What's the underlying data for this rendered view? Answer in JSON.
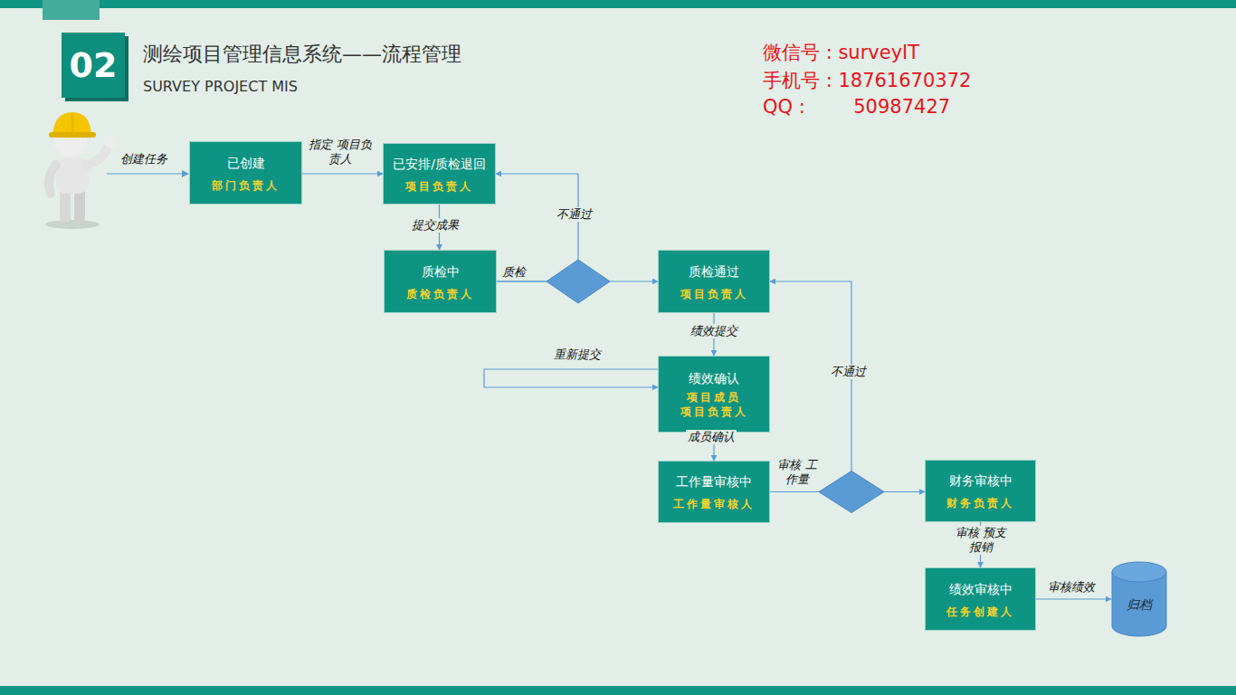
{
  "diagram": {
    "title": "测绘项目管理信息系统——流程管理",
    "nodes": [
      {
        "text": [
          "已创建",
          "部门负责人"
        ]
      },
      {
        "text": [
          "已安排/质检退回",
          "项目负责人"
        ]
      },
      {
        "text": [
          "质检中",
          "质检负责人"
        ]
      },
      {
        "text": [
          "质检通过",
          "项目负责人"
        ]
      },
      {
        "text": [
          "绩效确认",
          "项目成员",
          "项目负责人"
        ]
      },
      {
        "text": [
          "工作量审核中",
          "工作量审核人"
        ]
      },
      {
        "text": [
          "财务审核中",
          "财务负责人"
        ]
      },
      {
        "text": [
          "绩效审核中",
          "任务创建人"
        ]
      },
      {
        "text": [
          "归档"
        ]
      }
    ],
    "edges": [
      {
        "from": 0,
        "to": 1,
        "label": "指定 项目负责人",
        "arrow": "to"
      },
      {
        "from": 1,
        "to": 2,
        "label": "提交成果",
        "arrow": "to"
      },
      {
        "from": 2,
        "to": 3,
        "label": "质检",
        "arrow": "to"
      },
      {
        "from": 2,
        "to": 1,
        "label": "不通过",
        "arrow": "to"
      },
      {
        "from": 3,
        "to": 4,
        "label": "绩效提交",
        "arrow": "to"
      },
      {
        "from": 4,
        "to": 4,
        "label": "重新提交",
        "arrow": "to"
      },
      {
        "from": 4,
        "to": 5,
        "label": "成员确认",
        "arrow": "to"
      },
      {
        "from": 5,
        "to": 6,
        "label": "审核 工作量",
        "arrow": "to"
      },
      {
        "from": 5,
        "to": 3,
        "label": "不通过",
        "arrow": "to"
      },
      {
        "from": 6,
        "to": 7,
        "label": "审核 预支报销",
        "arrow": "to"
      },
      {
        "from": 7,
        "to": 8,
        "label": "审核绩效",
        "arrow": "to"
      }
    ],
    "labels": [
      "02",
      "SURVEY PROJECT MIS",
      "微信号 : surveyIT",
      "手机号 : 18761670372",
      "QQ :        50987427",
      "创建任务"
    ]
  }
}
